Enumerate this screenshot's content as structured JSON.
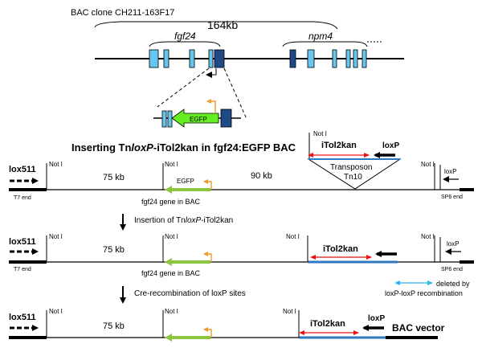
{
  "bac_clone": "BAC clone CH211-163F17",
  "bac_size": "164kb",
  "gene_fgf24": "fgf24",
  "gene_npm4": "npm4",
  "egfp": "EGFP",
  "title_pre": "Inserting Tn",
  "title_loxp": "loxP",
  "title_post": "-iTol2kan in fgf24:EGFP BAC",
  "lox511": "lox511",
  "not1": "Not I",
  "t7_end": "T7 end",
  "sp6_end": "SP6 end",
  "kb75": "75 kb",
  "kb90": "90 kb",
  "fgf24_in_bac": "fgf24 gene in BAC",
  "itol2kan": "iTol2kan",
  "loxp": "loxP",
  "transposon": "Transposon",
  "tn10": "Tn10",
  "step1_pre": "Insertion of Tn",
  "step1_loxp": "loxP",
  "step1_post": "-iTol2kan",
  "step2": "Cre-recombination of loxP sites",
  "deleted_by": "deleted by",
  "loxp_recomb": "loxP-loxP recombination",
  "bac_vector": "BAC vector",
  "colors": {
    "exon_light": "#66c6f0",
    "exon_dark": "#1f4a86",
    "egfp_green": "#66ee22",
    "gene_green": "#8cc540",
    "red_arrow": "#ee1111",
    "orange": "#f39c28",
    "blue_line": "#2f79c2",
    "cyan": "#2ab6ea"
  }
}
